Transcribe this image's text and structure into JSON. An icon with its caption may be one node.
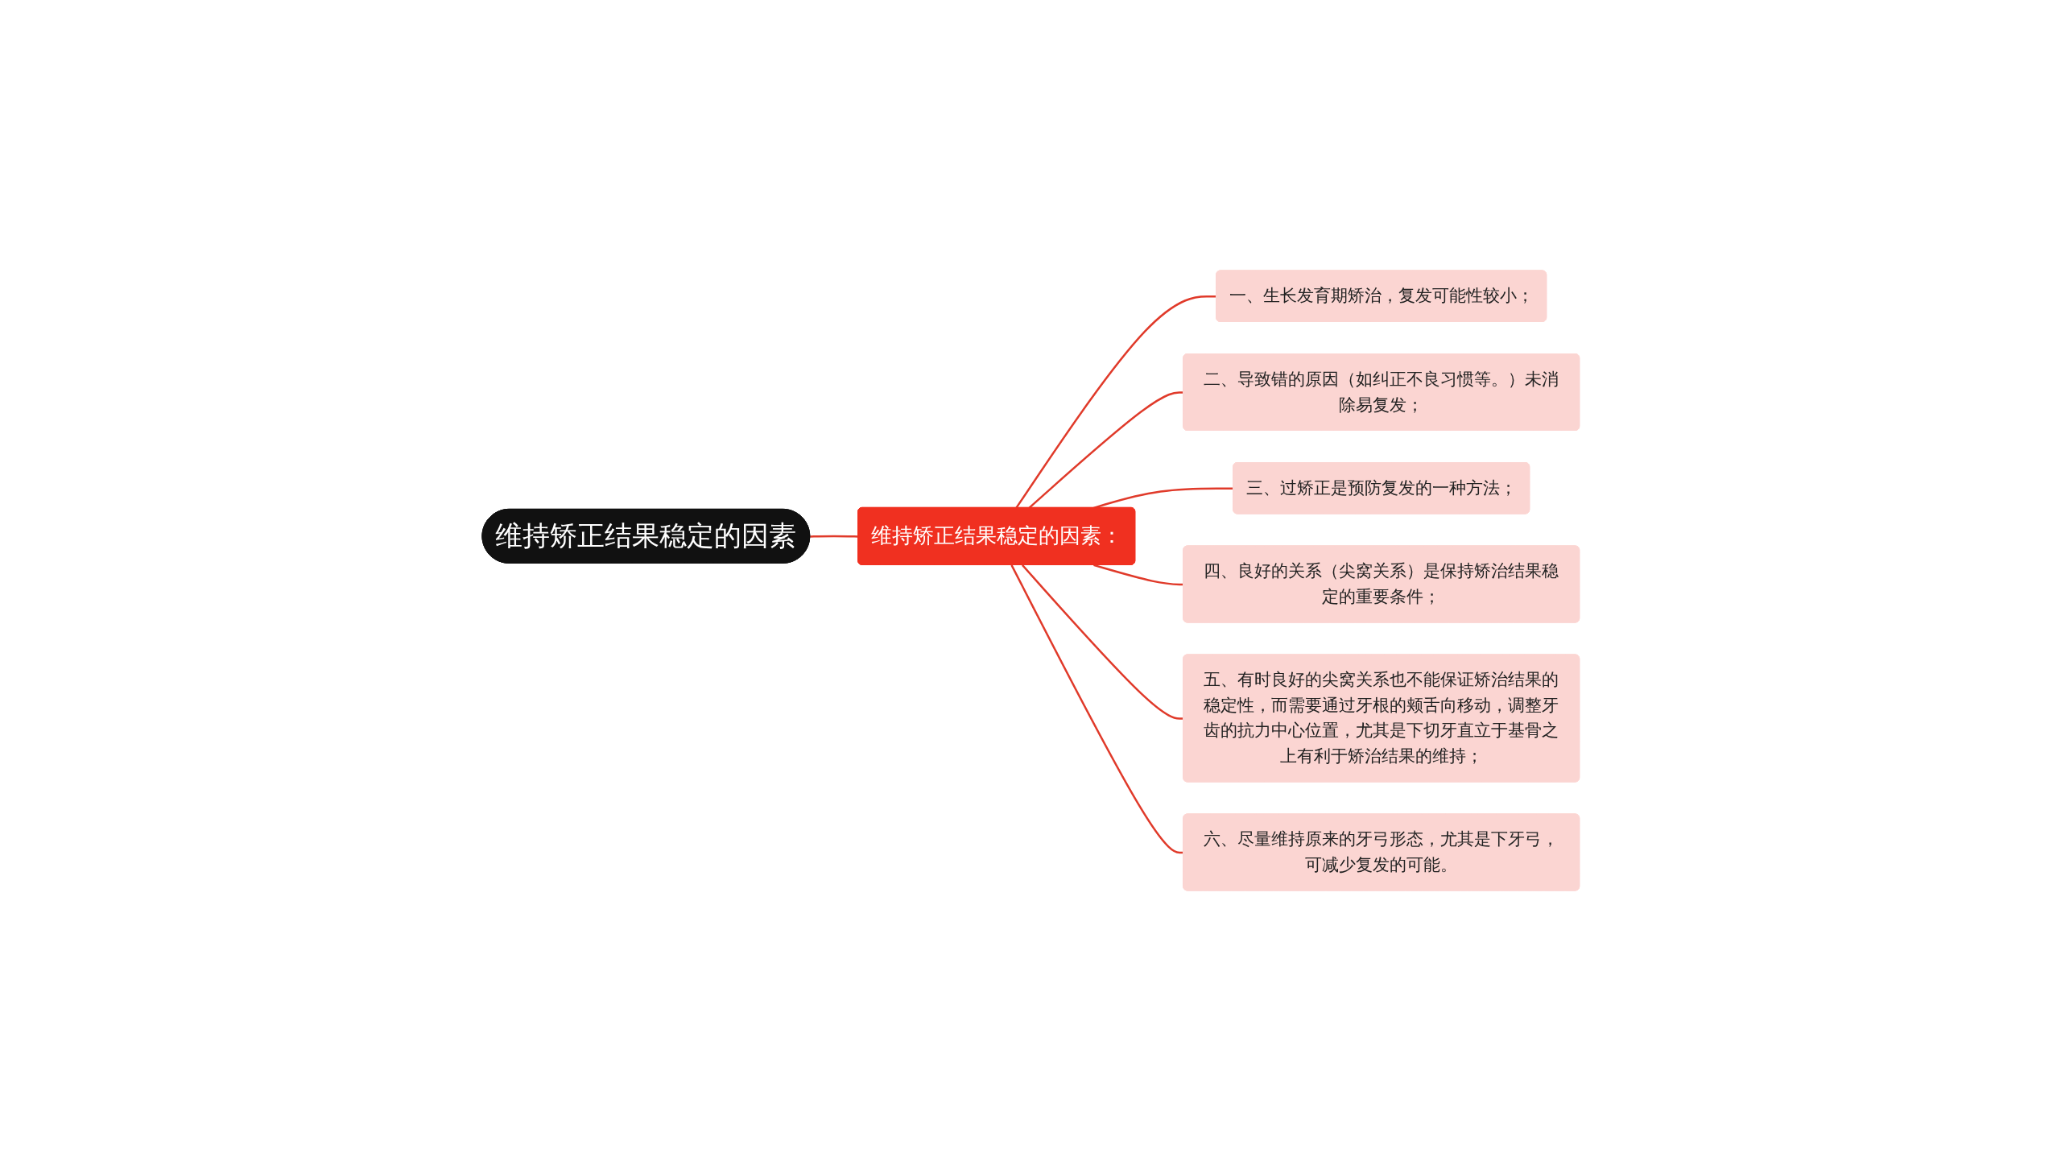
{
  "diagram": {
    "nodes": [
      {
        "text": [
          "维持矫正结果稳定的因素"
        ]
      },
      {
        "text": [
          "维持矫正结果稳定的因素："
        ]
      },
      {
        "text": [
          "一、生长发育期矫治，复发可能性较小；"
        ]
      },
      {
        "text": [
          "二、导致错的原因（如纠正不良习惯等。）未消除易复发；"
        ]
      },
      {
        "text": [
          "三、过矫正是预防复发的一种方法；"
        ]
      },
      {
        "text": [
          "四、良好的关系（尖窝关系）是保持矫治结果稳定的重要条件；"
        ]
      },
      {
        "text": [
          "五、有时良好的尖窝关系也不能保证矫治结果的稳定性，而需要通过牙根的颊舌向移动，调整牙齿的抗力中心位置，尤其是下切牙直立于基骨之上有利于矫治结果的维持；"
        ]
      },
      {
        "text": [
          "六、尽量维持原来的牙弓形态，尤其是下牙弓，可减少复发的可能。"
        ]
      }
    ],
    "edges": [
      {
        "from": 0,
        "to": 1,
        "arrow": "none"
      },
      {
        "from": 1,
        "to": 2,
        "arrow": "none"
      },
      {
        "from": 1,
        "to": 3,
        "arrow": "none"
      },
      {
        "from": 1,
        "to": 4,
        "arrow": "none"
      },
      {
        "from": 1,
        "to": 5,
        "arrow": "none"
      },
      {
        "from": 1,
        "to": 6,
        "arrow": "none"
      },
      {
        "from": 1,
        "to": 7,
        "arrow": "none"
      }
    ]
  }
}
